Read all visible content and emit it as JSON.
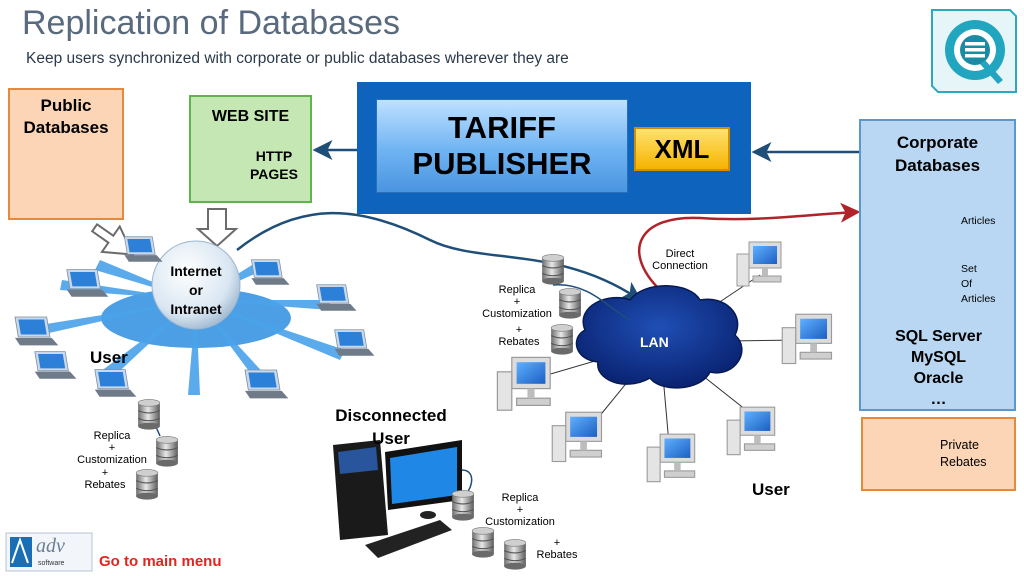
{
  "header": {
    "title": "Replication of Databases",
    "subtitle": "Keep users synchronized with corporate or public databases wherever they are"
  },
  "public_db": {
    "label_line1": "Public",
    "label_line2": "Databases"
  },
  "website": {
    "title": "WEB SITE",
    "pages_line1": "HTTP",
    "pages_line2": "PAGES"
  },
  "tariff": {
    "line1": "TARIFF",
    "line2": "PUBLISHER",
    "xml": "XML"
  },
  "corporate": {
    "label_line1": "Corporate",
    "label_line2": "Databases",
    "articles": "Articles",
    "set_of_articles_1": "Set",
    "set_of_articles_2": "Of",
    "set_of_articles_3": "Articles",
    "engines": [
      "SQL Server",
      "MySQL",
      "Oracle",
      "…"
    ]
  },
  "private": {
    "line1": "Private",
    "line2": "Rebates"
  },
  "internet": {
    "line1": "Internet",
    "line2": "or",
    "line3": "Intranet"
  },
  "lan": {
    "label": "LAN",
    "direct_1": "Direct",
    "direct_2": "Connection"
  },
  "left_user": {
    "label": "User",
    "replica": "Replica",
    "plus1": "+",
    "customization": "Customization",
    "plus2": "+",
    "rebates": "Rebates"
  },
  "lan_replica": {
    "replica": "Replica",
    "plus1": "+",
    "customization": "Customization",
    "plus2": "+",
    "rebates": "Rebates"
  },
  "right_user": {
    "label": "User"
  },
  "disconnected": {
    "line1": "Disconnected",
    "line2": "User",
    "replica": "Replica",
    "plus1": "+",
    "customization": "Customization",
    "plus2": "+",
    "rebates": "Rebates"
  },
  "footer": {
    "logo_text": "adv",
    "logo_sub": "software",
    "link": "Go to main menu"
  },
  "colors": {
    "title": "#5a6a7e",
    "panel_blue": "#0e63bd",
    "link_red": "#e0261e",
    "arrow_navy": "#1f4e79",
    "direct_red": "#b0232a"
  }
}
